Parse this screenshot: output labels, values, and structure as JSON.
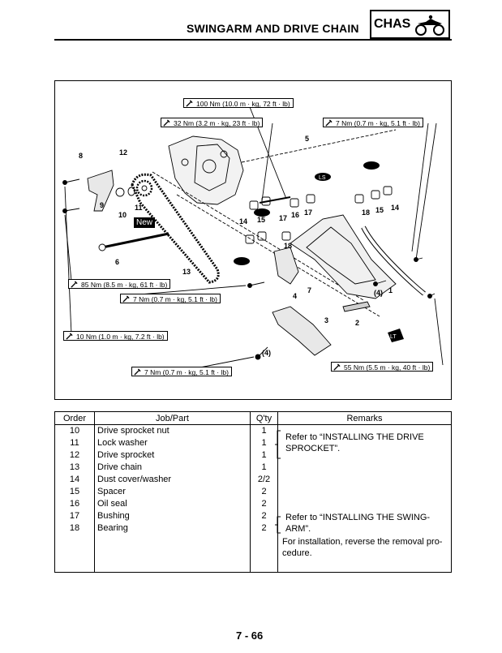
{
  "header": {
    "title": "SWINGARM AND DRIVE CHAIN",
    "section": "CHAS",
    "section_icon": "atv-icon"
  },
  "figure": {
    "torque_specs": [
      "100 Nm (10.0 m · kg, 72 ft · lb)",
      "32 Nm (3.2 m · kg, 23 ft · lb)",
      "7 Nm (0.7 m · kg, 5.1 ft · lb)",
      "85 Nm (8.5 m · kg, 61 ft · lb)",
      "7 Nm (0.7 m · kg, 5.1 ft · lb)",
      "10 Nm (1.0 m · kg, 7.2 ft · lb)",
      "7 Nm (0.7 m · kg, 5.1 ft · lb)",
      "55 Nm (5.5 m · kg, 40 ft · lb)"
    ],
    "callouts": [
      "8",
      "12",
      "5",
      "9",
      "11",
      "10",
      "6",
      "13",
      "14",
      "15",
      "17",
      "16",
      "17",
      "18",
      "15",
      "14",
      "18",
      "7",
      "4",
      "1",
      "(4)",
      "3",
      "2",
      "(4)"
    ],
    "new_label": "New",
    "ls_label": "LS",
    "lt_label": "LT"
  },
  "table": {
    "headers": [
      "Order",
      "Job/Part",
      "Q'ty",
      "Remarks"
    ],
    "rows": [
      {
        "order": "10",
        "part": "Drive sprocket nut",
        "qty": "1"
      },
      {
        "order": "11",
        "part": "Lock washer",
        "qty": "1"
      },
      {
        "order": "12",
        "part": "Drive sprocket",
        "qty": "1"
      },
      {
        "order": "13",
        "part": "Drive chain",
        "qty": "1"
      },
      {
        "order": "14",
        "part": "Dust cover/washer",
        "qty": "2/2"
      },
      {
        "order": "15",
        "part": "Spacer",
        "qty": "2"
      },
      {
        "order": "16",
        "part": "Oil seal",
        "qty": "2"
      },
      {
        "order": "17",
        "part": "Bushing",
        "qty": "2"
      },
      {
        "order": "18",
        "part": "Bearing",
        "qty": "2"
      },
      {
        "order": "",
        "part": "",
        "qty": ""
      }
    ],
    "remarks": {
      "sprocket_line1": "Refer to “INSTALLING THE DRIVE",
      "sprocket_line2": "SPROCKET”.",
      "swingarm_line1": "Refer to “INSTALLING THE SWING-",
      "swingarm_line2": "ARM”.",
      "install_line1": "For installation, reverse the removal pro-",
      "install_line2": "cedure."
    }
  },
  "footer": {
    "page_number": "7 - 66"
  }
}
